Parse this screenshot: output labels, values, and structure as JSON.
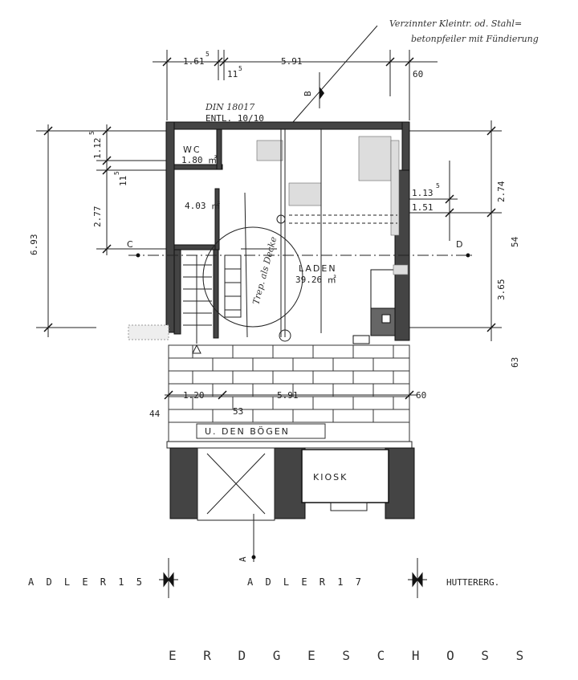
{
  "drawing": {
    "title": "E R D G E S C H O S S",
    "handwritten_note_line1": "Verzinnter Kleintr. od. Stahl=",
    "handwritten_note_line2": "betonpfeiler mit Fündierung",
    "din_label": "DIN 18017",
    "entl_label": "ENTL. 10/10",
    "pencil_note": "Trep. als Decke"
  },
  "rooms": [
    {
      "name": "WC",
      "area": "1.80 ㎡"
    },
    {
      "name": "",
      "area": "4.03 ㎡"
    },
    {
      "name": "LADEN",
      "area": "39.26 ㎡"
    },
    {
      "name": "U. DEN BÖGEN",
      "area": ""
    },
    {
      "name": "KIOSK",
      "area": ""
    }
  ],
  "dimensions": {
    "top_1": "1.61",
    "top_1_sup": "5",
    "top_2": "11",
    "top_2_sup": "5",
    "top_3": "5.91",
    "top_4": "60",
    "left_1": "6.93",
    "left_2": "2.77",
    "left_3": "1.12",
    "left_3_sup": "5",
    "left_4": "11",
    "left_4_sup": "5",
    "right_1": "2.74",
    "right_2": "3.65",
    "right_3": "54",
    "right_4": "63",
    "inner_1": "1.13",
    "inner_1_sup": "5",
    "inner_2": "1.51",
    "bottom_1": "1.20",
    "bottom_2": "5.91",
    "bottom_3": "60",
    "bottom_4": "44",
    "bottom_5": "53"
  },
  "section_marks": {
    "a": "A",
    "b": "B",
    "c": "C",
    "d": "D"
  },
  "streets": {
    "left": "A D L E R  1 5",
    "center": "A D L E R  1 7",
    "right": "HUTTERERG."
  }
}
